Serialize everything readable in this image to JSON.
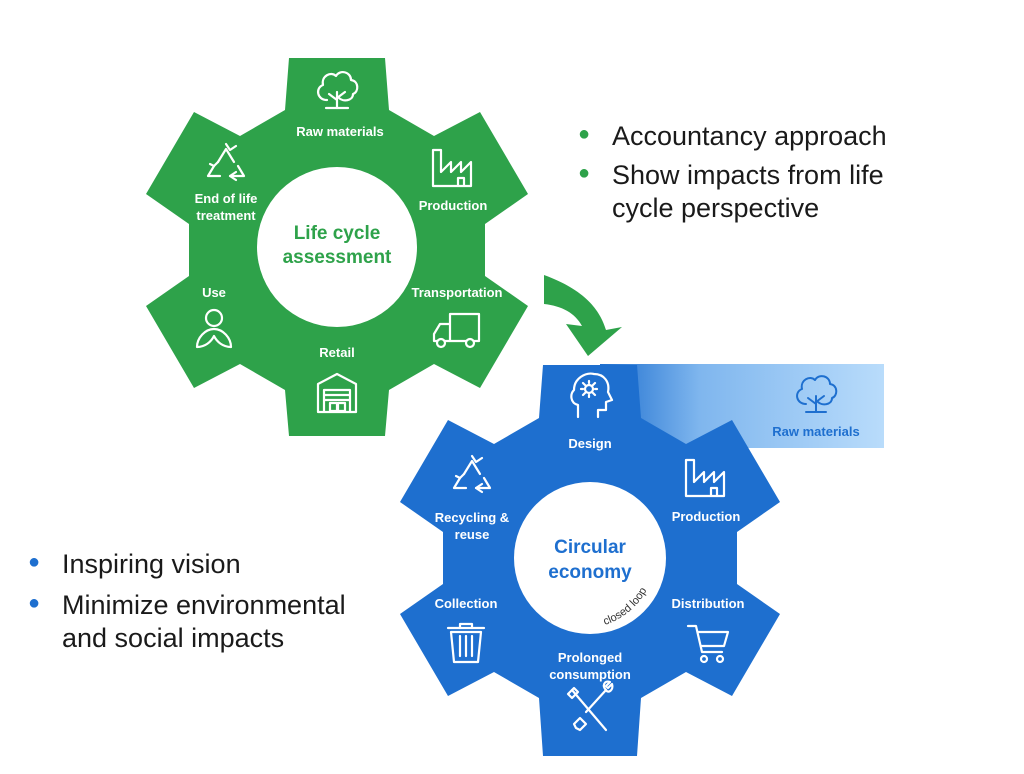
{
  "colors": {
    "lca_green": "#2ea24a",
    "ce_blue": "#1e6fcf",
    "raw_panel_light": "#b9dcfb",
    "arrow_green": "#2ea24a"
  },
  "lca": {
    "center_label_line1": "Life cycle",
    "center_label_line2": "assessment",
    "stages": {
      "raw_materials": "Raw materials",
      "production": "Production",
      "transportation": "Transportation",
      "retail": "Retail",
      "use": "Use",
      "end_of_life_line1": "End of life",
      "end_of_life_line2": "treatment"
    },
    "icons": {
      "raw_materials": "tree-icon",
      "production": "factory-icon",
      "transportation": "truck-icon",
      "retail": "warehouse-icon",
      "use": "person-icon",
      "end_of_life": "recycle-icon"
    },
    "bullets": [
      "Accountancy approach",
      "Show impacts from life cycle perspective"
    ]
  },
  "ce": {
    "center_label_line1": "Circular",
    "center_label_line2": "economy",
    "loop_label": "closed loop",
    "stages": {
      "design": "Design",
      "production": "Production",
      "distribution": "Distribution",
      "prolonged_line1": "Prolonged",
      "prolonged_line2": "consumption",
      "collection": "Collection",
      "recycling_line1": "Recycling &",
      "recycling_line2": "reuse"
    },
    "icons": {
      "design": "brain-gear-icon",
      "production": "factory-icon",
      "distribution": "cart-icon",
      "prolonged": "tools-icon",
      "collection": "trash-icon",
      "recycling": "recycle-icon"
    },
    "raw_materials_panel": "Raw materials",
    "bullets": [
      "Inspiring vision",
      "Minimize environmental and social impacts"
    ]
  }
}
